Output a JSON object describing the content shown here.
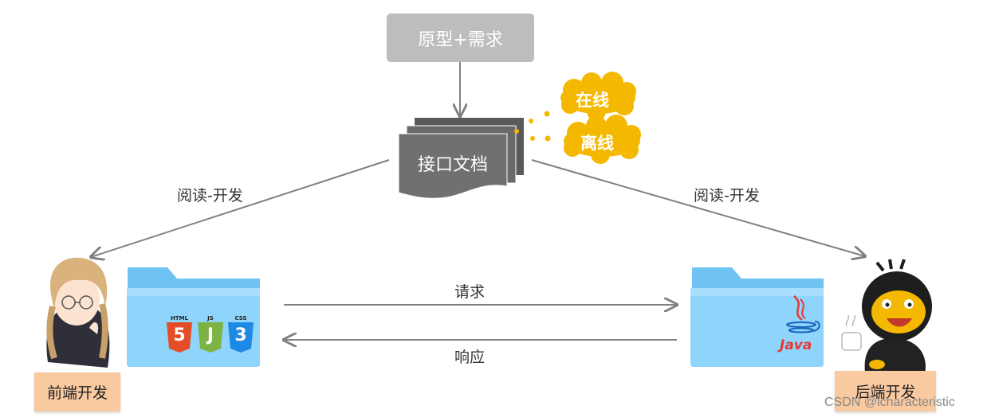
{
  "nodes": {
    "requirements": "原型+需求",
    "api_doc": "接口文档",
    "online": "在线",
    "offline": "离线",
    "frontend": "前端开发",
    "backend": "后端开发"
  },
  "edges": {
    "read_dev_left": "阅读-开发",
    "read_dev_right": "阅读-开发",
    "request": "请求",
    "response": "响应"
  },
  "frontend_folder_icons": [
    "HTML",
    "JS",
    "CSS"
  ],
  "frontend_folder_glyphs": [
    "5",
    "J",
    "3"
  ],
  "backend_folder_icon": "Java",
  "watermark": "CSDN @lcharacteristic",
  "colors": {
    "gray_box": "#bdbdbd",
    "doc_gray": "#6f6f6f",
    "cloud": "#f5b800",
    "folder_front": "#7fcdf7",
    "folder_back": "#9adcfb",
    "role_box": "#f9c9a0",
    "arrow": "#808080",
    "html": "#e44d26",
    "js": "#7cb342",
    "css": "#1e88e5",
    "java_red": "#e53935",
    "java_blue": "#1565c0"
  }
}
